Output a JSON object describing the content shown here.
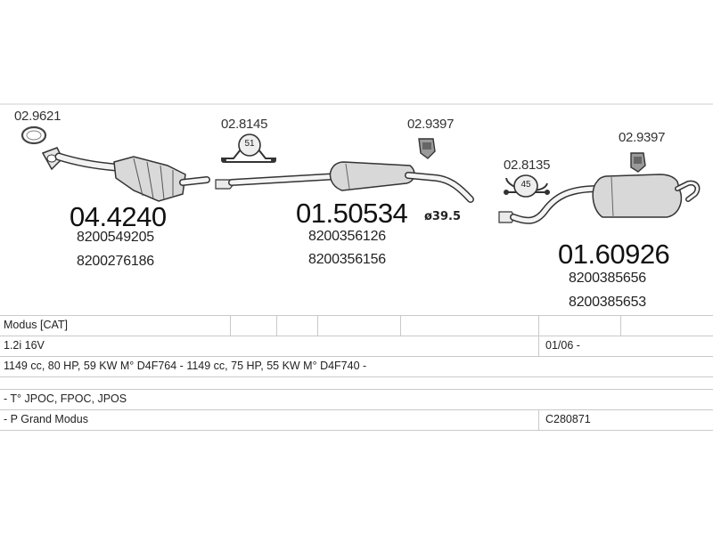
{
  "parts": {
    "gasket_ref": "02.9621",
    "catalyst_number": "04.4240",
    "catalyst_oem_1": "8200549205",
    "catalyst_oem_2": "8200276186",
    "clamp1_ref": "02.8145",
    "clamp1_size": "51",
    "mid_number": "01.50534",
    "mid_oem_1": "8200356126",
    "mid_oem_2": "8200356156",
    "hanger1_ref": "02.9397",
    "diameter": "ø39.5",
    "clamp2_ref": "02.8135",
    "clamp2_size": "45",
    "hanger2_ref": "02.9397",
    "rear_number": "01.60926",
    "rear_oem_1": "8200385656",
    "rear_oem_2": "8200385653"
  },
  "table": {
    "model": "Modus  [CAT]",
    "engine": "1.2i 16V",
    "date": "01/06 -",
    "specs": "1149 cc, 80 HP, 59 KW  M° D4F764 - 1149 cc, 75 HP, 55 KW  M° D4F740 -",
    "versions": "- T° JPOC, FPOC, JPOS",
    "body": "- P Grand Modus",
    "code": "C280871"
  }
}
